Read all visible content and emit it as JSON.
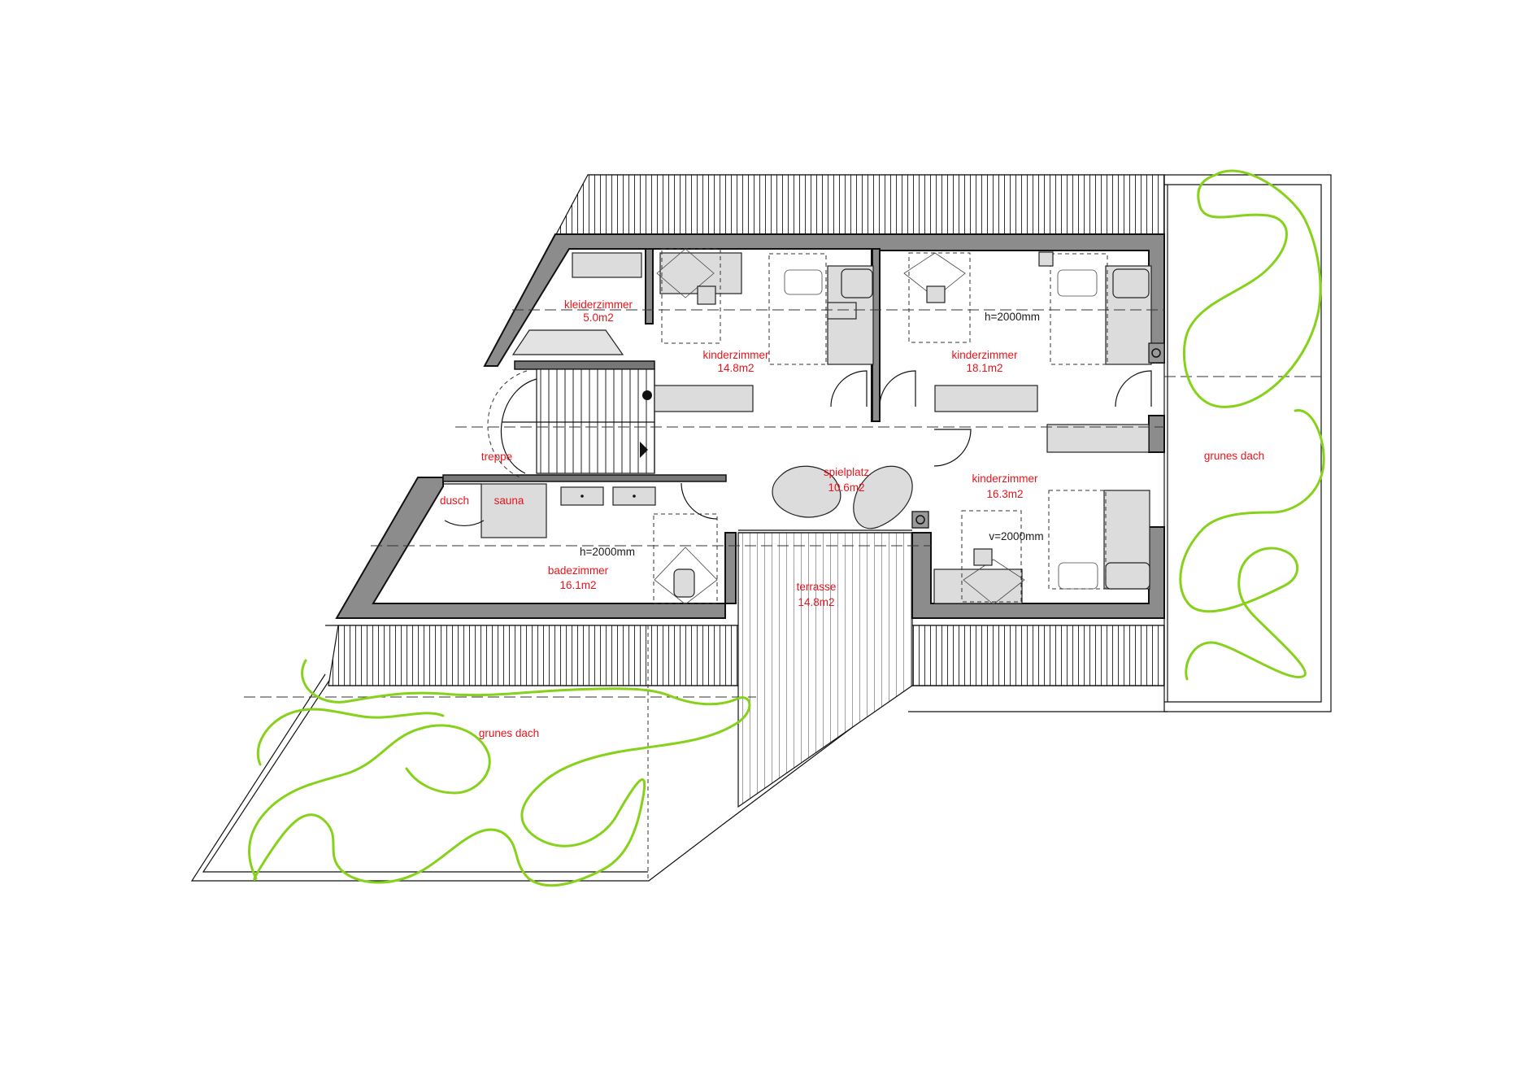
{
  "rooms": {
    "kleiderzimmer": {
      "name": "kleiderzimmer",
      "area": "5.0m2"
    },
    "kinderzimmer_1": {
      "name": "kinderzimmer",
      "area": "14.8m2"
    },
    "kinderzimmer_2": {
      "name": "kinderzimmer",
      "area": "18.1m2"
    },
    "kinderzimmer_3": {
      "name": "kinderzimmer",
      "area": "16.3m2"
    },
    "spielplatz": {
      "name": "spielplatz",
      "area": "10.6m2"
    },
    "badezimmer": {
      "name": "badezimmer",
      "area": "16.1m2"
    },
    "terrasse": {
      "name": "terrasse",
      "area": "14.8m2"
    },
    "treppe": {
      "name": "treppe"
    },
    "dusch": {
      "name": "dusch"
    },
    "sauna": {
      "name": "sauna"
    },
    "grunes_dach_right": {
      "name": "grunes dach"
    },
    "grunes_dach_bottom": {
      "name": "grunes dach"
    }
  },
  "notes": {
    "height_line_1": "h=2000mm",
    "height_line_2": "h=2000mm",
    "height_line_3": "v=2000mm"
  },
  "colors": {
    "room_labels": "#e8141b",
    "green_roof": "#86d21a",
    "walls": "#8c8c8c",
    "furniture": "#dcdcdc"
  }
}
